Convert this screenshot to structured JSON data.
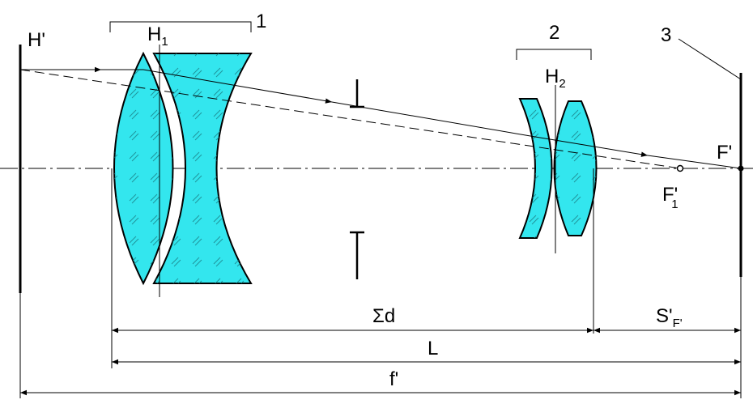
{
  "labels": {
    "h_prime": "H'",
    "h1": "H",
    "h1_sub": "1",
    "group1": "1",
    "group2": "2",
    "h2": "H",
    "h2_sub": "2",
    "item3": "3",
    "f_prime_point": "F'",
    "f1_prime": "F'",
    "f1_prime_sub": "1",
    "sum_d": "Σd",
    "sf_main": "S'",
    "sf_sub": "F'",
    "L": "L",
    "f_prime": "f'"
  },
  "colors": {
    "glass": "#33e6ee",
    "line": "#000000"
  }
}
